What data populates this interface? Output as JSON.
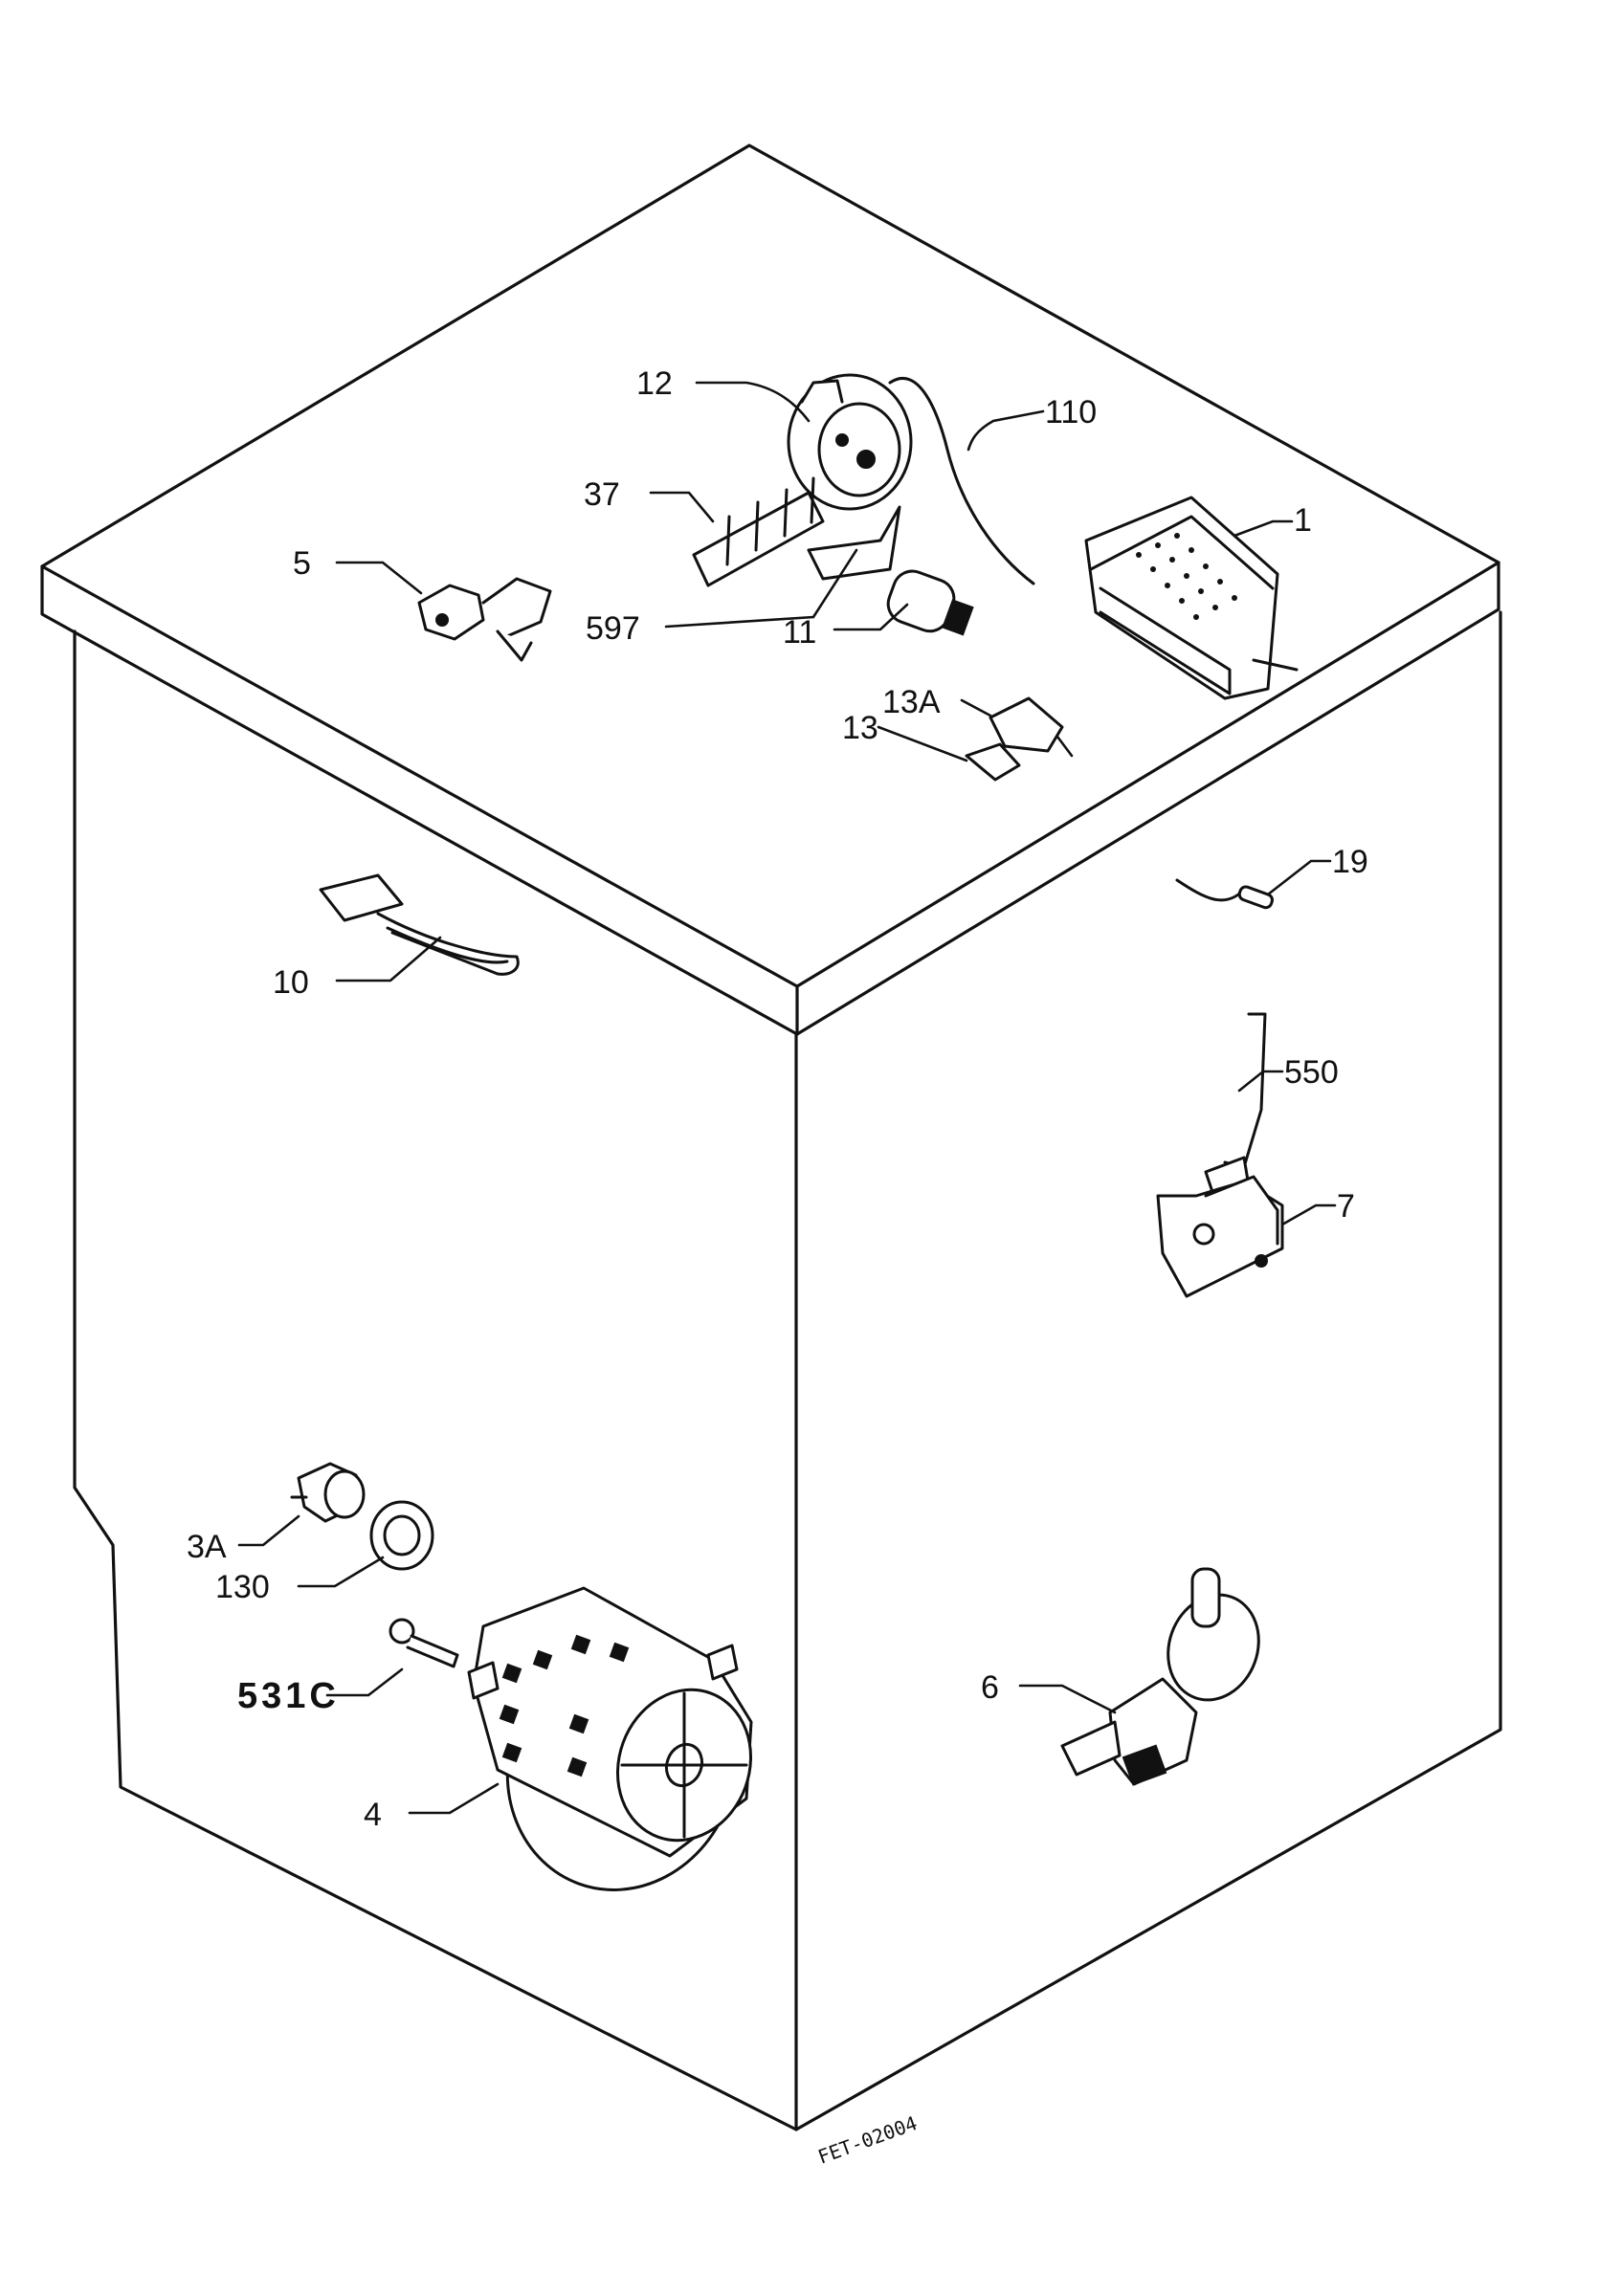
{
  "diagram": {
    "reference_code": "FET-02004",
    "parts": [
      {
        "id": "1",
        "label": "1"
      },
      {
        "id": "3A",
        "label": "3A"
      },
      {
        "id": "4",
        "label": "4"
      },
      {
        "id": "5",
        "label": "5"
      },
      {
        "id": "6",
        "label": "6"
      },
      {
        "id": "7",
        "label": "7"
      },
      {
        "id": "10",
        "label": "10"
      },
      {
        "id": "11",
        "label": "11"
      },
      {
        "id": "12",
        "label": "12"
      },
      {
        "id": "13",
        "label": "13"
      },
      {
        "id": "13A",
        "label": "13A"
      },
      {
        "id": "19",
        "label": "19"
      },
      {
        "id": "37",
        "label": "37"
      },
      {
        "id": "110",
        "label": "110"
      },
      {
        "id": "130",
        "label": "130"
      },
      {
        "id": "531C",
        "label": "531C"
      },
      {
        "id": "550",
        "label": "550"
      },
      {
        "id": "597",
        "label": "597"
      }
    ]
  }
}
